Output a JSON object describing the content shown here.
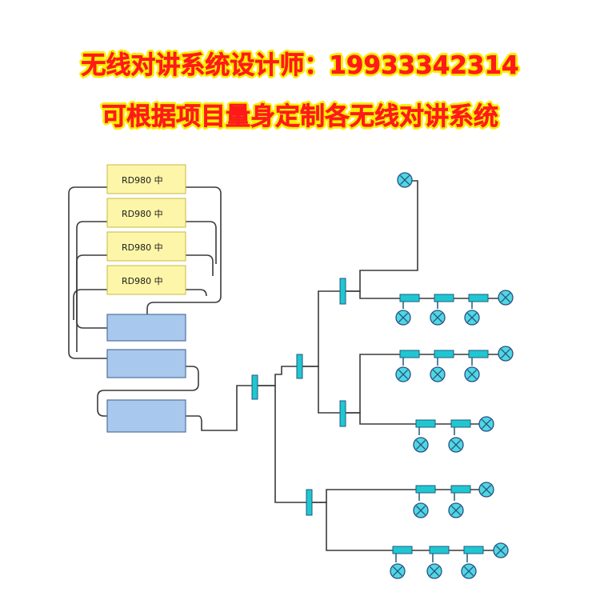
{
  "header": {
    "line1": "无线对讲系统设计师：19933342314",
    "line2": "可根据项目量身定制各无线对讲系统"
  },
  "diagram": {
    "repeaters": [
      {
        "label": "RD980 中"
      },
      {
        "label": "RD980 中"
      },
      {
        "label": "RD980 中"
      },
      {
        "label": "RD980 中"
      }
    ],
    "combiner_units": 3,
    "colors": {
      "repeater_fill": "#fdf6a8",
      "repeater_border": "#c8b840",
      "combiner_fill": "#a9c8ee",
      "combiner_border": "#55709a",
      "splitter_fill": "#1fc8d0",
      "splitter_border": "#205a80",
      "antenna_fill": "#4fd8e0",
      "antenna_x": "#2a4f86",
      "cable": "#3a3a3a"
    }
  }
}
